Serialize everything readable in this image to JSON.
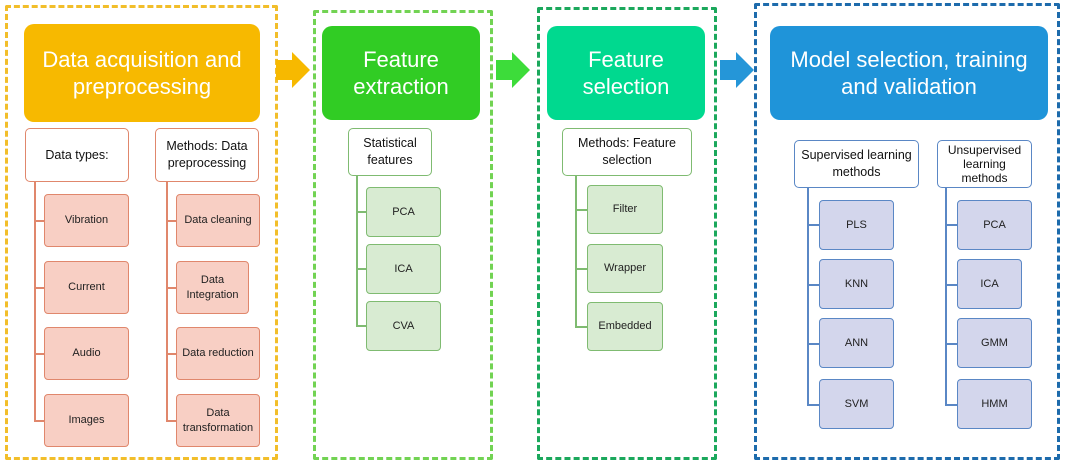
{
  "colors": {
    "orange": "#f7b900",
    "green": "#31cc24",
    "teal": "#00d98f",
    "blue": "#1f94d9",
    "orange_border": "#f2be2a",
    "green_border": "#72d353",
    "teal_border": "#1ba85c",
    "blue_border": "#1d6bac",
    "orange_leaf_fill": "#f8cfc4",
    "orange_leaf_border": "#e0876c",
    "green_leaf_fill": "#d8ebd2",
    "green_leaf_border": "#7fbb71",
    "blue_leaf_fill": "#d3d6ec",
    "blue_leaf_border": "#5a87c5"
  },
  "stages": [
    {
      "title": "Data acquisition and preprocessing",
      "groups": [
        {
          "label": "Data types:",
          "items": [
            "Vibration",
            "Current",
            "Audio",
            "Images"
          ]
        },
        {
          "label": "Methods: Data preprocessing",
          "items": [
            "Data cleaning",
            "Data Integration",
            "Data reduction",
            "Data transformation"
          ]
        }
      ]
    },
    {
      "title": "Feature extraction",
      "groups": [
        {
          "label": "Statistical features",
          "items": [
            "PCA",
            "ICA",
            "CVA"
          ]
        }
      ]
    },
    {
      "title": "Feature selection",
      "groups": [
        {
          "label": "Methods: Feature selection",
          "items": [
            "Filter",
            "Wrapper",
            "Embedded"
          ]
        }
      ]
    },
    {
      "title": "Model selection, training and validation",
      "groups": [
        {
          "label": "Supervised learning methods",
          "items": [
            "PLS",
            "KNN",
            "ANN",
            "SVM"
          ]
        },
        {
          "label": "Unsupervised learning methods",
          "items": [
            "PCA",
            "ICA",
            "GMM",
            "HMM"
          ]
        }
      ]
    }
  ]
}
